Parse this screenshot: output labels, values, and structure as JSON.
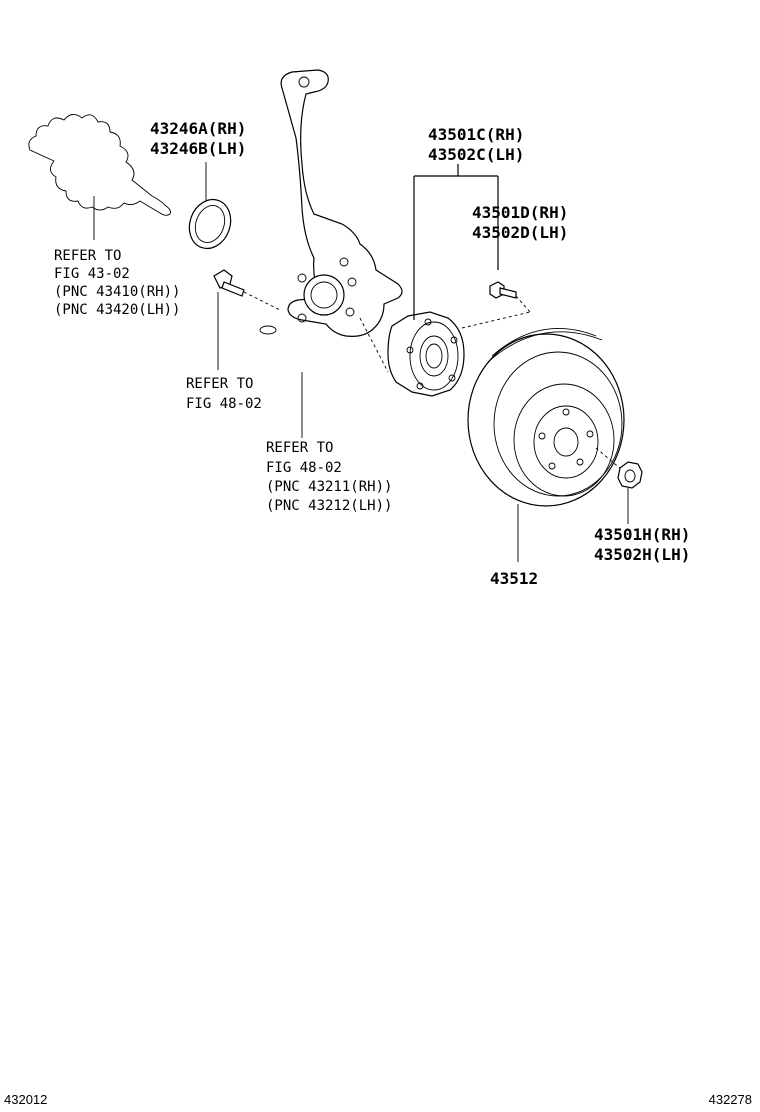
{
  "labels": {
    "dust_seal": [
      "43246A(RH)",
      "43246B(LH)"
    ],
    "axle_refer": [
      "REFER TO",
      "FIG 43-02",
      "(PNC 43410(RH))",
      "(PNC 43420(LH))"
    ],
    "bolt_refer": [
      "REFER TO",
      "FIG 48-02"
    ],
    "knuckle_refer": [
      "REFER TO",
      "FIG 48-02",
      "(PNC 43211(RH))",
      "(PNC 43212(LH))"
    ],
    "hub": [
      "43501C(RH)",
      "43502C(LH)"
    ],
    "hub_bolt": [
      "43501D(RH)",
      "43502D(LH)"
    ],
    "nut": [
      "43501H(RH)",
      "43502H(LH)"
    ],
    "disc": "43512"
  },
  "footer": {
    "left_code": "432012",
    "right_code": "432278"
  }
}
